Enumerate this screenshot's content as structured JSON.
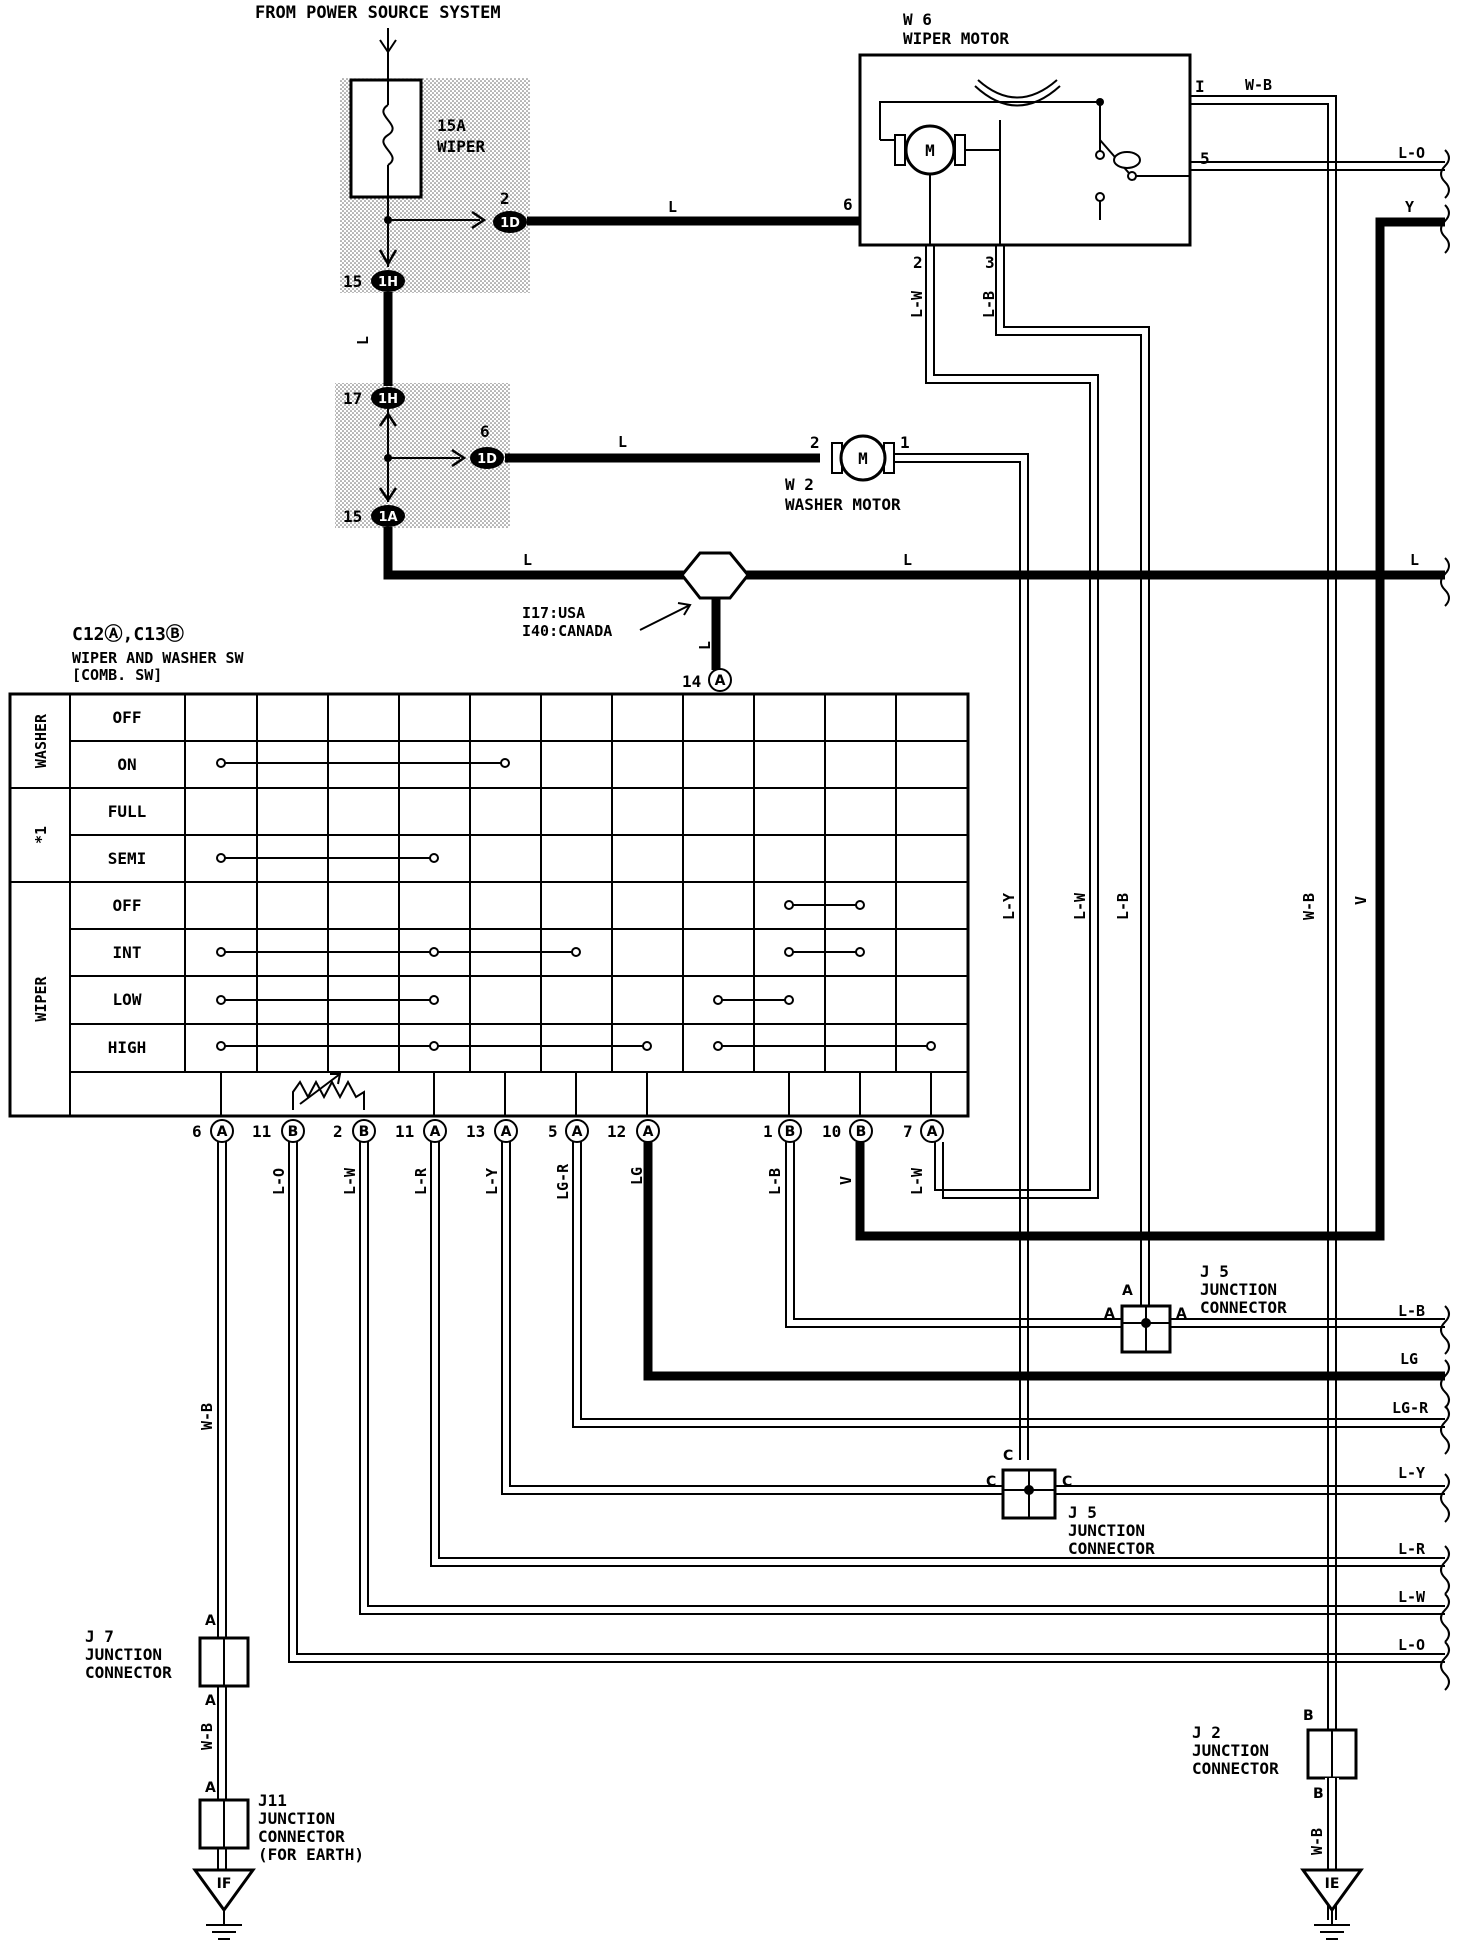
{
  "title": "FROM POWER SOURCE SYSTEM",
  "fuse": {
    "line1": "15A",
    "line2": "WIPER"
  },
  "wiper_motor": {
    "id": "W 6",
    "name": "WIPER MOTOR",
    "motor_symbol": "M"
  },
  "washer_motor": {
    "id": "W 2",
    "name": "WASHER MOTOR",
    "motor_symbol": "M"
  },
  "integration": {
    "line1": "I17:USA",
    "line2": "I40:CANADA"
  },
  "switch": {
    "connectors": "C12Ⓐ,C13Ⓑ",
    "name": "WIPER AND WASHER SW",
    "sub": "[COMB. SW]",
    "groups": [
      "WASHER",
      "*1",
      "WIPER"
    ],
    "rows": [
      "OFF",
      "ON",
      "FULL",
      "SEMI",
      "OFF",
      "INT",
      "LOW",
      "HIGH"
    ]
  },
  "connectors": {
    "c1D": "1D",
    "c1H": "1H",
    "c1A": "1A",
    "cA": "A",
    "cB": "B",
    "p2": "2",
    "p15": "15",
    "p17": "17",
    "p6": "6",
    "p14": "14",
    "p1": "1",
    "p3": "3",
    "p5": "5",
    "pI": "I"
  },
  "bottom_pins": [
    {
      "num": "6",
      "conn": "A"
    },
    {
      "num": "11",
      "conn": "B"
    },
    {
      "num": "2",
      "conn": "B"
    },
    {
      "num": "11",
      "conn": "A"
    },
    {
      "num": "13",
      "conn": "A"
    },
    {
      "num": "5",
      "conn": "A"
    },
    {
      "num": "12",
      "conn": "A"
    },
    {
      "num": "1",
      "conn": "B"
    },
    {
      "num": "10",
      "conn": "B"
    },
    {
      "num": "7",
      "conn": "A"
    }
  ],
  "wires": {
    "L": "L",
    "W_B": "W-B",
    "L_O": "L-O",
    "Y": "Y",
    "L_W": "L-W",
    "L_B": "L-B",
    "L_Y": "L-Y",
    "LG": "LG",
    "LG_R": "LG-R",
    "L_R": "L-R",
    "V": "V"
  },
  "junctions": {
    "j5_id": "J 5",
    "j5_name1": "JUNCTION",
    "j5_name2": "CONNECTOR",
    "j7_id": "J 7",
    "j7_name1": "JUNCTION",
    "j7_name2": "CONNECTOR",
    "j11_id": "J11",
    "j11_name1": "JUNCTION",
    "j11_name2": "CONNECTOR",
    "j11_name3": "(FOR EARTH)",
    "j2_id": "J 2",
    "j2_name1": "JUNCTION",
    "j2_name2": "CONNECTOR",
    "a": "A",
    "b": "B",
    "c": "C"
  },
  "grounds": {
    "left": "IF",
    "right": "IE"
  }
}
